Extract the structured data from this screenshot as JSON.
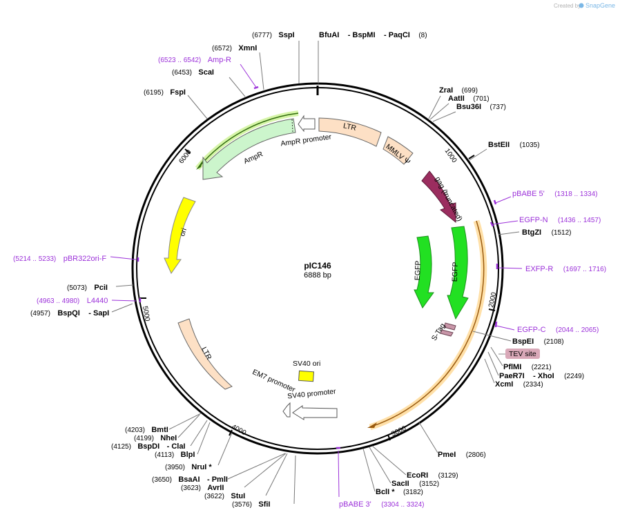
{
  "brand": {
    "created_by": "Created by",
    "app_name": "SnapGene"
  },
  "plasmid": {
    "name": "pIC146",
    "size": "6888 bp"
  },
  "colors": {
    "primer": "#9b30d9",
    "backbone": "#000000",
    "ampr_fill": "#ccf5cc",
    "ltr_fill": "#fde0c5",
    "gag_fill": "#9b2d5f",
    "egfp_fill": "#22e022",
    "ori_fill": "#ffff00",
    "stag_fill": "#c896a8",
    "tev_fill": "#d9a8b8",
    "highlight_green": "#c8f08c",
    "highlight_orange": "#ffd27f"
  },
  "ticks": [
    "1000",
    "2000",
    "3000",
    "4000",
    "5000",
    "6000"
  ],
  "features": {
    "ltr_top": "LTR",
    "mmlv_psi": "MMLV Ψ",
    "ampr_promoter": "AmpR promoter",
    "ampr": "AmpR",
    "gag": "gag (truncated)",
    "egfp_outer": "EGFP",
    "egfp_inner": "EGFP",
    "ori": "ori",
    "stag": "S-Tag",
    "tev": "TEV site",
    "ltr_bottom": "LTR",
    "sv40_ori": "SV40 ori",
    "sv40_promoter": "SV40 promoter",
    "em7_promoter": "EM7 promoter"
  },
  "sites": {
    "sspi": {
      "pos": "(6777)",
      "name": "SspI"
    },
    "bfuai": {
      "name": "BfuAI",
      "sep1": "- BspMI",
      "sep2": "- PaqCI",
      "pos": "(8)"
    },
    "xmni": {
      "pos": "(6572)",
      "name": "XmnI"
    },
    "scai": {
      "pos": "(6453)",
      "name": "ScaI"
    },
    "fspi": {
      "pos": "(6195)",
      "name": "FspI"
    },
    "zrai": {
      "name": "ZraI",
      "pos": "(699)"
    },
    "aatii": {
      "name": "AatII",
      "pos": "(701)"
    },
    "bsu36i": {
      "name": "Bsu36I",
      "pos": "(737)"
    },
    "bsteii": {
      "name": "BstEII",
      "pos": "(1035)"
    },
    "btgzi": {
      "name": "BtgZI",
      "pos": "(1512)"
    },
    "bspei": {
      "name": "BspEI",
      "pos": "(2108)"
    },
    "pflmi": {
      "name": "PflMI",
      "pos": "(2221)"
    },
    "paer7i": {
      "name": "PaeR7I",
      "sep": "- XhoI",
      "pos": "(2249)"
    },
    "xcmi": {
      "name": "XcmI",
      "pos": "(2334)"
    },
    "pmei": {
      "name": "PmeI",
      "pos": "(2806)"
    },
    "ecori": {
      "name": "EcoRI",
      "pos": "(3129)"
    },
    "sacii": {
      "name": "SacII",
      "pos": "(3152)"
    },
    "bcli": {
      "name": "BclI *",
      "pos": "(3182)"
    },
    "pcii": {
      "pos": "(5073)",
      "name": "PciI"
    },
    "bspqi": {
      "pos": "(4957)",
      "name": "BspQI",
      "sep": "- SapI"
    },
    "bmti": {
      "pos": "(4203)",
      "name": "BmtI"
    },
    "nhei": {
      "pos": "(4199)",
      "name": "NheI"
    },
    "bspdi": {
      "pos": "(4125)",
      "name": "BspDI",
      "sep": "- ClaI"
    },
    "blpi": {
      "pos": "(4113)",
      "name": "BlpI"
    },
    "nrui": {
      "pos": "(3950)",
      "name": "NruI *"
    },
    "bsaai": {
      "pos": "(3650)",
      "name": "BsaAI",
      "sep": "- PmlI"
    },
    "avrii": {
      "pos": "(3623)",
      "name": "AvrII"
    },
    "stui": {
      "pos": "(3622)",
      "name": "StuI"
    },
    "sfii": {
      "pos": "(3576)",
      "name": "SfiI"
    }
  },
  "primers": {
    "ampr_r": {
      "pos": "(6523 .. 6542)",
      "name": "Amp-R"
    },
    "pbabe5": {
      "name": "pBABE 5'",
      "pos": "(1318 .. 1334)"
    },
    "egfp_n": {
      "name": "EGFP-N",
      "pos": "(1436 .. 1457)"
    },
    "exfp_r": {
      "name": "EXFP-R",
      "pos": "(1697 .. 1716)"
    },
    "egfp_c": {
      "name": "EGFP-C",
      "pos": "(2044 .. 2065)"
    },
    "pbr322ori_f": {
      "pos": "(5214 .. 5233)",
      "name": "pBR322ori-F"
    },
    "l4440": {
      "pos": "(4963 .. 4980)",
      "name": "L4440"
    },
    "pbabe3": {
      "name": "pBABE 3'",
      "pos": "(3304 .. 3324)"
    }
  }
}
